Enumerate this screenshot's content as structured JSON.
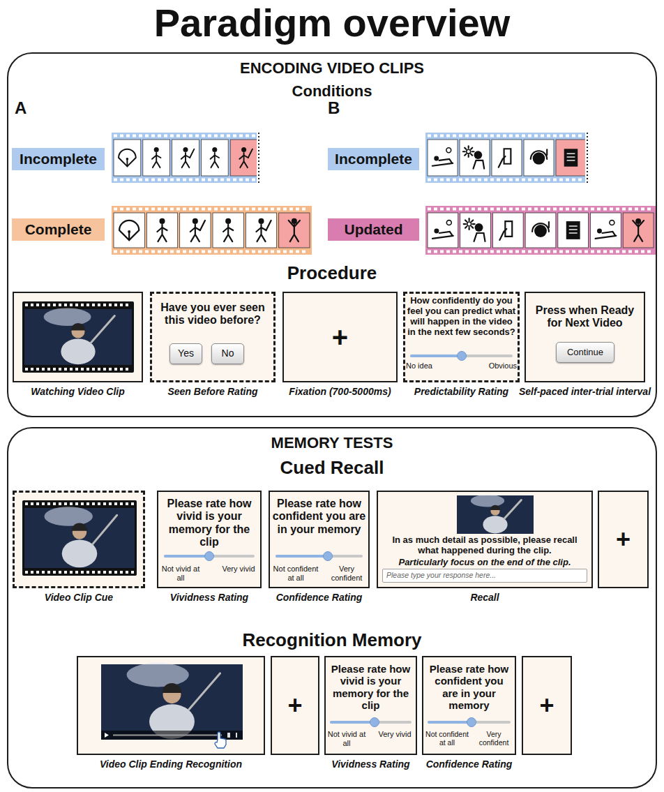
{
  "diagram": {
    "title": "Paradigm overview",
    "nodes": [
      {
        "text": [
          "ENCODING VIDEO CLIPS"
        ]
      },
      {
        "text": [
          "Incomplete"
        ],
        "in": 0
      },
      {
        "text": [
          "Complete"
        ],
        "in": 0
      },
      {
        "text": [
          "Incomplete"
        ],
        "in": 0
      },
      {
        "text": [
          "Updated"
        ],
        "in": 0
      },
      {
        "text": [
          "Watching Video Clip"
        ],
        "in": 0
      },
      {
        "text": [
          "Have you ever seen this video before?",
          "Seen Before Rating"
        ],
        "in": 0
      },
      {
        "text": [
          "Yes"
        ],
        "in": 6
      },
      {
        "text": [
          "No"
        ],
        "in": 6
      },
      {
        "text": [
          "+",
          "Fixation (700-5000ms)"
        ],
        "in": 0
      },
      {
        "text": [
          "How confidently do you feel you can predict what will happen in the video in the next few seconds?",
          "No idea",
          "Obvious",
          "Predictability Rating"
        ],
        "in": 0
      },
      {
        "text": [
          "Press when Ready for Next Video",
          "Self-paced inter-trial interval"
        ],
        "in": 0
      },
      {
        "text": [
          "Continue"
        ],
        "in": 11
      },
      {
        "text": [
          "MEMORY TESTS"
        ]
      },
      {
        "text": [
          "Video Clip Cue"
        ],
        "in": 13
      },
      {
        "text": [
          "Please rate how vivid is your memory for the clip",
          "Not vivid at all",
          "Very vivid",
          "Vividness Rating"
        ],
        "in": 13
      },
      {
        "text": [
          "Please rate how confident you are in your memory",
          "Not confident at all",
          "Very confident",
          "Confidence Rating"
        ],
        "in": 13
      },
      {
        "text": [
          "In as much detail as possible, please recall what happened during the clip.",
          "Particularly focus on the end of the clip.",
          "Recall"
        ],
        "in": 13
      },
      {
        "text": [
          "Please type your response here..."
        ],
        "in": 17
      },
      {
        "text": [
          "+"
        ],
        "in": 13
      },
      {
        "text": [
          "Video Clip Ending Recognition"
        ],
        "in": 13
      },
      {
        "text": [
          "+"
        ],
        "in": 13
      },
      {
        "text": [
          "Please rate how vivid is your memory for the clip",
          "Not vivid at all",
          "Very vivid",
          "Vividness Rating"
        ],
        "in": 13
      },
      {
        "text": [
          "Please rate how confident you are in your memory",
          "Not confident at all",
          "Very confident",
          "Confidence Rating"
        ],
        "in": 13
      },
      {
        "text": [
          "+"
        ],
        "in": 13
      }
    ],
    "labels": [
      "Conditions",
      "A",
      "B",
      "Procedure",
      "Cued Recall",
      "Recognition Memory"
    ]
  }
}
